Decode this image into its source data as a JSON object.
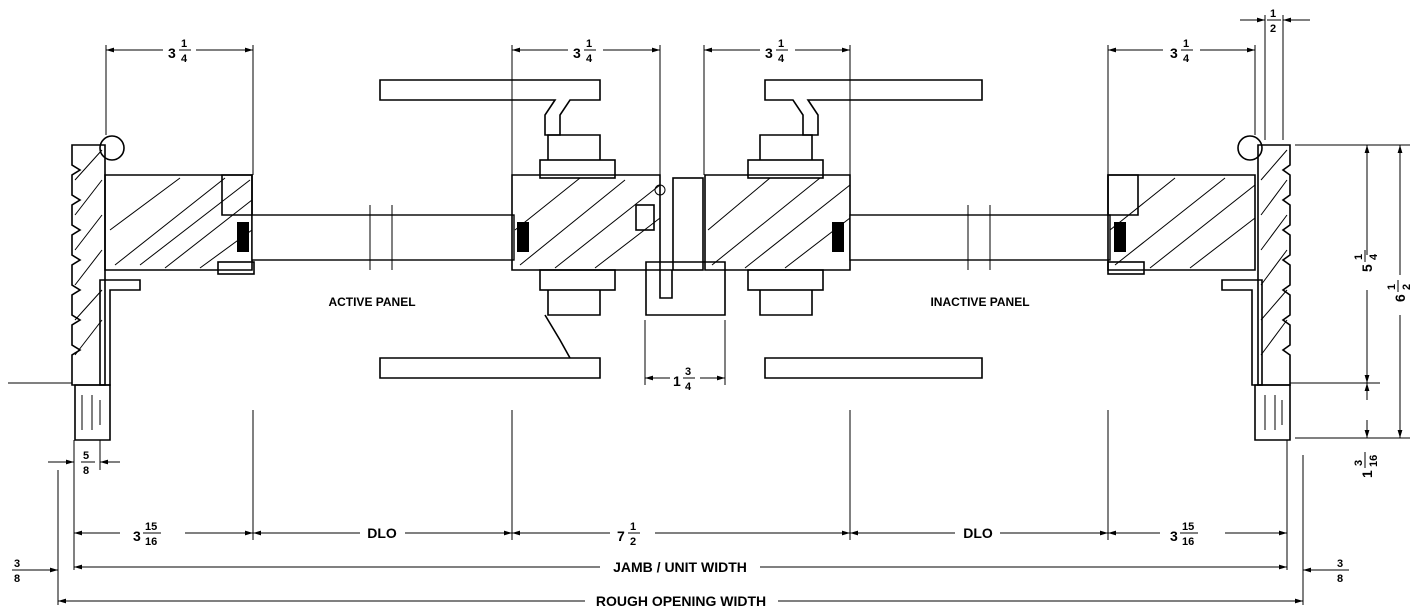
{
  "labels": {
    "active_panel": "ACTIVE PANEL",
    "inactive_panel": "INACTIVE PANEL",
    "dlo_left": "DLO",
    "dlo_right": "DLO",
    "jamb_width": "JAMB / UNIT WIDTH",
    "rough_opening": "ROUGH OPENING WIDTH"
  },
  "dims": {
    "top1": {
      "whole": "3",
      "num": "1",
      "den": "4"
    },
    "top2": {
      "whole": "3",
      "num": "1",
      "den": "4"
    },
    "top3": {
      "whole": "3",
      "num": "1",
      "den": "4"
    },
    "top4": {
      "whole": "3",
      "num": "1",
      "den": "4"
    },
    "top_half": {
      "whole": "",
      "num": "1",
      "den": "2"
    },
    "right_5": {
      "whole": "5",
      "num": "1",
      "den": "4"
    },
    "right_6": {
      "whole": "6",
      "num": "1",
      "den": "2"
    },
    "right_1_3_16": {
      "whole": "1",
      "num": "3",
      "den": "16"
    },
    "astragal": {
      "whole": "1",
      "num": "3",
      "den": "4"
    },
    "left_5_8": {
      "whole": "",
      "num": "5",
      "den": "8"
    },
    "bottom_left": {
      "whole": "3",
      "num": "15",
      "den": "16"
    },
    "bottom_center": {
      "whole": "7",
      "num": "1",
      "den": "2"
    },
    "bottom_right": {
      "whole": "3",
      "num": "15",
      "den": "16"
    },
    "left_3_8": {
      "whole": "",
      "num": "3",
      "den": "8"
    },
    "right_3_8": {
      "whole": "",
      "num": "3",
      "den": "8"
    }
  }
}
